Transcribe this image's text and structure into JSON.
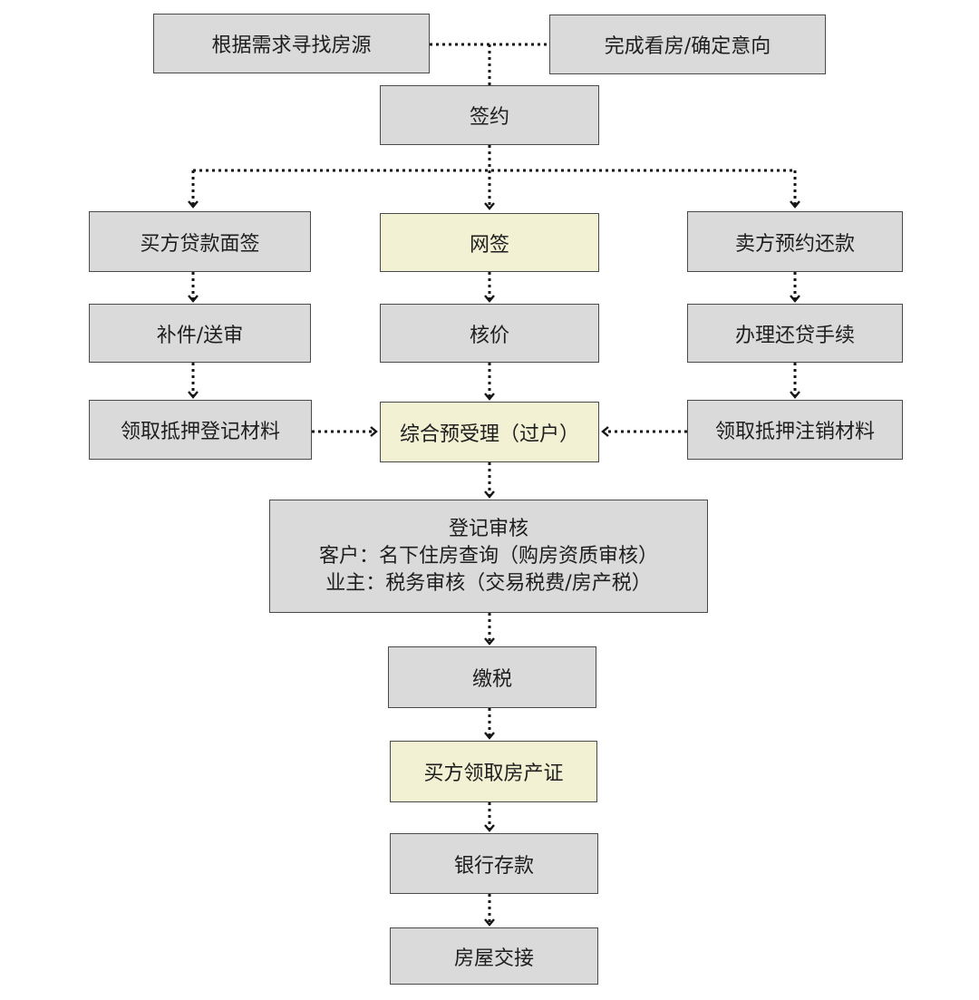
{
  "steps": {
    "find_listing": "根据需求寻找房源",
    "view_confirm": "完成看房/确定意向",
    "sign_contract": "签约",
    "buyer_loan_interview": "买方贷款面签",
    "online_signing": "网签",
    "seller_repay_appointment": "卖方预约还款",
    "supplement_submit": "补件/送审",
    "price_verification": "核价",
    "repay_procedure": "办理还贷手续",
    "collect_mortgage_registration": "领取抵押登记材料",
    "comprehensive_acceptance": "综合预受理（过户）",
    "collect_mortgage_cancellation": "领取抵押注销材料",
    "registration_review": {
      "title": "登记审核",
      "line_customer": "客户：名下住房查询（购房资质审核）",
      "line_owner": "业主：税务审核（交易税费/房产税）"
    },
    "pay_tax": "缴税",
    "buyer_collect_certificate": "买方领取房产证",
    "bank_deposit": "银行存款",
    "house_handover": "房屋交接"
  },
  "colors": {
    "box_fill": "#dadada",
    "highlight_fill": "#f2f1d3",
    "border": "#4a4a4a",
    "connector": "#151515"
  }
}
